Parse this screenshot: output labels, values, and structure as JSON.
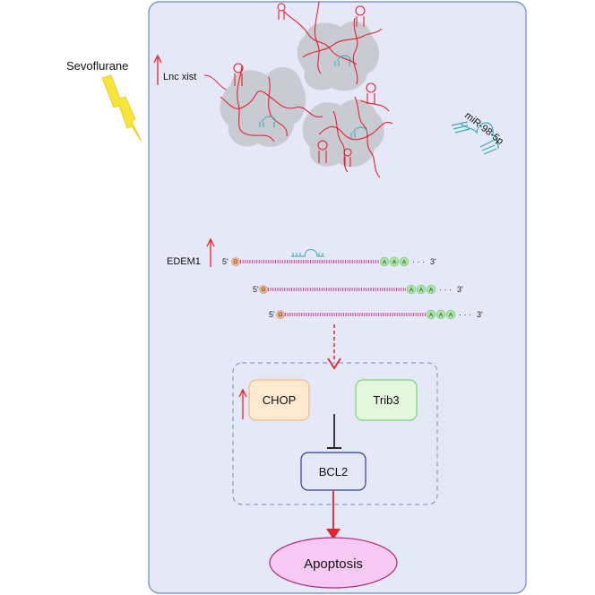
{
  "trigger": {
    "label": "Sevoflurane"
  },
  "lnc": {
    "label": "Lnc xist"
  },
  "mirna": {
    "label": "miR-98-5p"
  },
  "gene": {
    "label": "EDEM1",
    "five_prime": "5'",
    "three_prime": "3'",
    "cap": "G",
    "tail": [
      "A",
      "A",
      "A"
    ],
    "dots": "· · ·"
  },
  "pathway": {
    "chop": "CHOP",
    "trib3": "Trib3",
    "bcl2": "BCL2",
    "outcome": "Apoptosis"
  },
  "colors": {
    "cell_fill": "#e4e8f7",
    "cell_stroke": "#6a88c8",
    "rna": "#e5222e",
    "mrna": "#d3398f",
    "mirna": "#3aaab6",
    "cap": "#f2b58a",
    "polyA": "#a8e3a4",
    "chop_fill": "#fde8d0",
    "chop_stroke": "#f2b98a",
    "trib3_fill": "#e3f7df",
    "trib3_stroke": "#7fd278",
    "bcl2_fill": "#e4e8f7",
    "bcl2_stroke": "#2c3f8c",
    "apoptosis_fill": "#f6c9f3",
    "apoptosis_stroke": "#b0287b",
    "lightning": "#f7e53a"
  }
}
